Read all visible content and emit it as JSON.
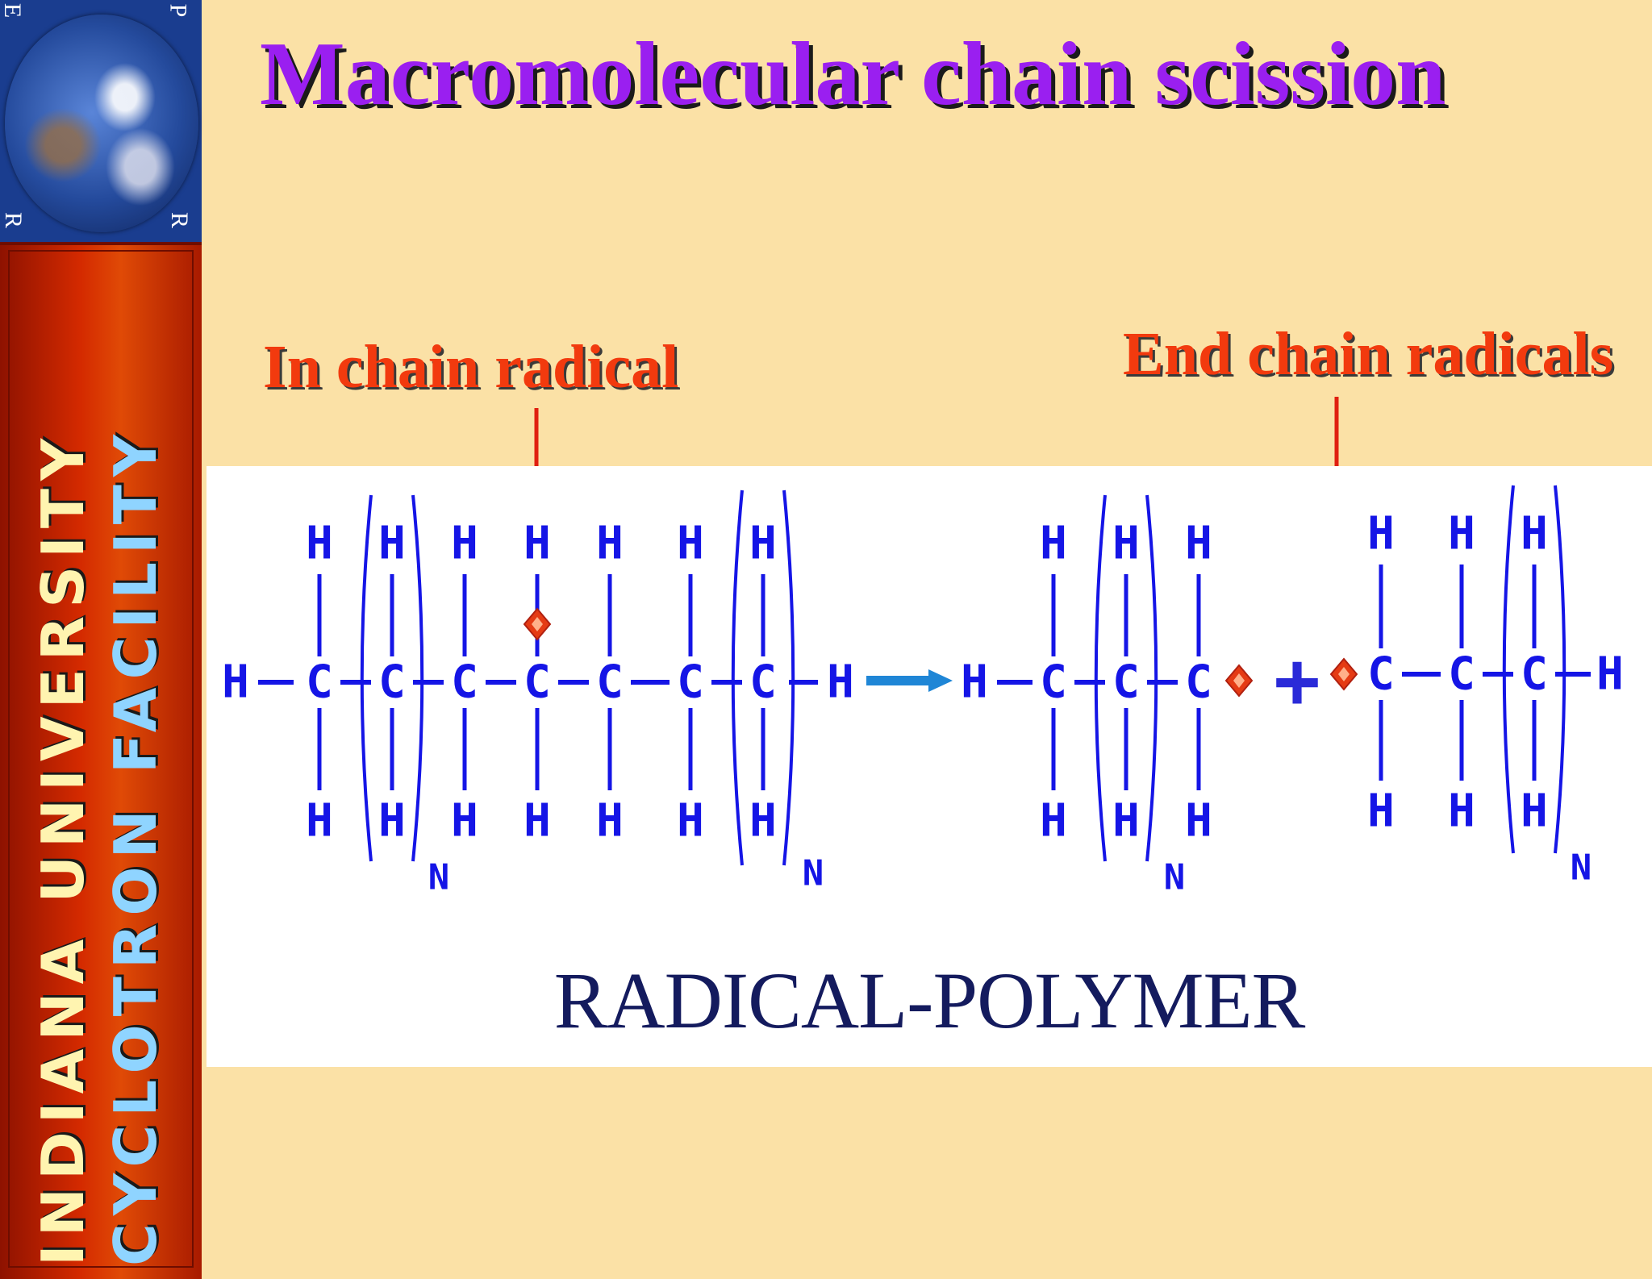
{
  "slide": {
    "title": "Macromolecular chain scission",
    "in_chain_label": "In chain radical",
    "end_chain_label": "End chain radicals",
    "caption": "RADICAL-POLYMER"
  },
  "sidebar": {
    "corner_letters": [
      "E",
      "P",
      "R",
      "R"
    ],
    "line1": "INDIANA UNIVERSITY",
    "line2": "CYCLOTRON FACILITY"
  },
  "diagram": {
    "atom_carbon": "C",
    "atom_hydrogen": "H",
    "subscript": "N",
    "plus": "+"
  },
  "colors": {
    "background": "#fbe1a6",
    "title": "#9a1ff0",
    "label": "#f23a0e",
    "molecule": "#1515e6",
    "radical": "#e53b14",
    "caption": "#141b5e"
  }
}
